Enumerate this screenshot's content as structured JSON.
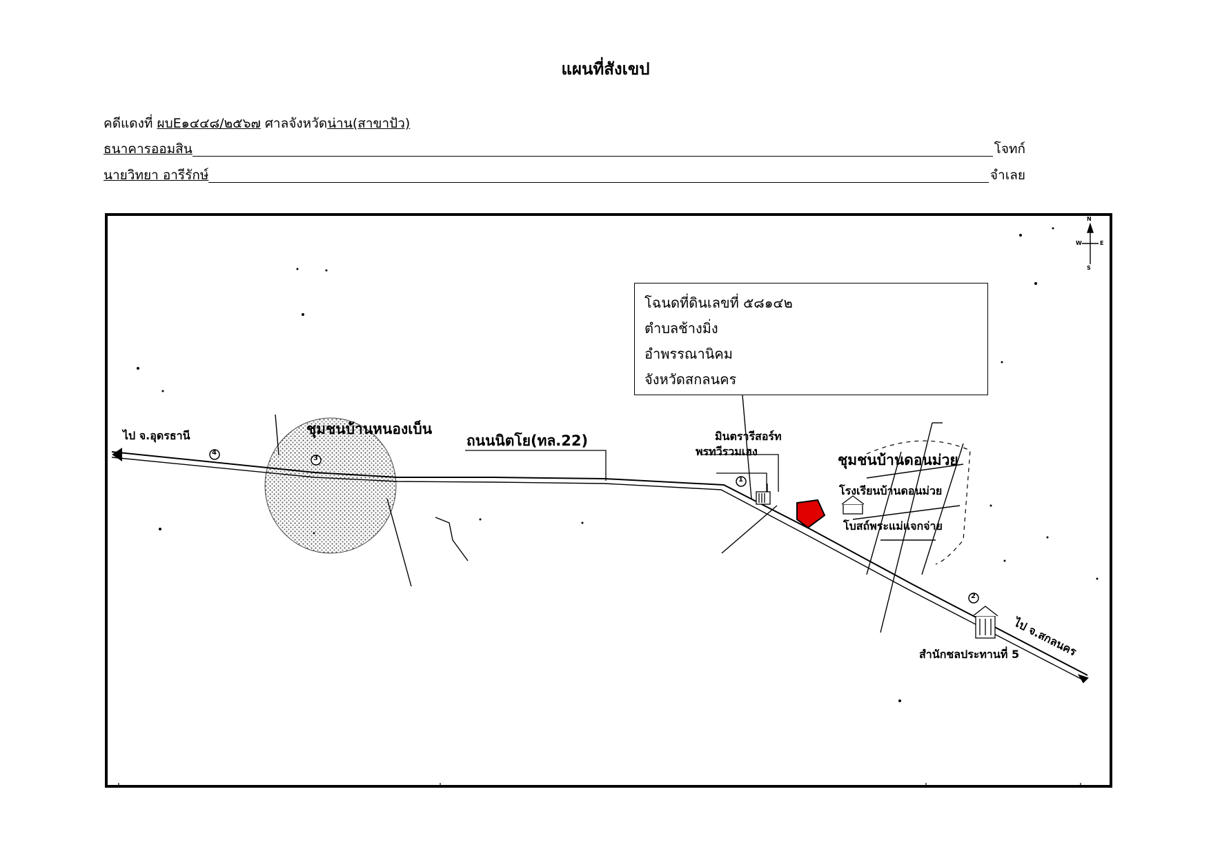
{
  "title": "แผนที่สังเขป",
  "case": {
    "prefix": "คดีแดงที่ ",
    "number": "ผบE๑๔๔๘/๒๕๖๗",
    "court_prefix": " ศาลจังหวัด",
    "court_name": "น่าน(สาขาปัว)"
  },
  "parties": {
    "plaintiff_name": "ธนาคารออมสิน",
    "plaintiff_role": "โจทก์",
    "defendant_name": "นายวิทยา อารีรักษ์",
    "defendant_role": "จำเลย"
  },
  "deed_box": {
    "line1": "โฉนดที่ดินเลขที่ ๕๘๑๔๒",
    "line2": "ตำบลช้างมิ่ง",
    "line3": "อำพรรณานิคม",
    "line4": "จังหวัดสกลนคร"
  },
  "map": {
    "to_west": "ไป จ.อุดรธานี",
    "community_west": "ชุมชนบ้านหนองเบ็น",
    "road_name": "ถนนนิตโย(ทล.22)",
    "store_name": "มินตรารีสอร์ท",
    "shop_name": "พรทวีรวมเฮง",
    "community_east": "ชุมชนบ้านดอนม่วย",
    "school": "โรงเรียนบ้านดอนม่วย",
    "church": "โบสถ์พระแม่แจกจ่าย",
    "office": "สำนักชลประทานที่ 5",
    "to_east": "ไป จ.สกลนคร",
    "compass_letters": [
      "N",
      "W",
      "E",
      "S"
    ],
    "marker_1": "1",
    "marker_2": "2",
    "marker_3": "3",
    "marker_4": "4",
    "parcel_color": "#e00000"
  }
}
